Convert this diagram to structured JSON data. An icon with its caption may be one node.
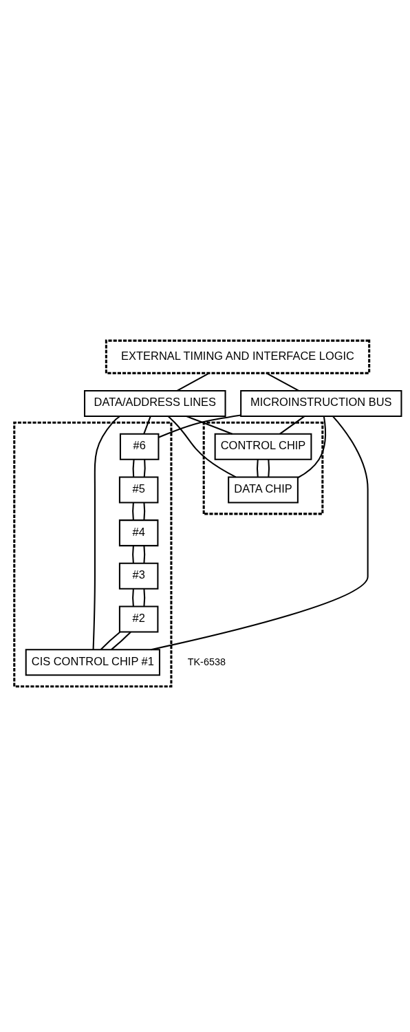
{
  "diagram": {
    "nodes": [
      {
        "text": [
          "EXTERNAL TIMING AND INTERFACE LOGIC"
        ]
      },
      {
        "text": [],
        "shape": "box"
      },
      {
        "text": [
          "DATA CHIP"
        ],
        "in": 1
      },
      {
        "text": [
          "CONTROL CHIP"
        ],
        "in": 1
      },
      {
        "text": [],
        "shape": "box"
      },
      {
        "text": [
          "CIS CONTROL CHIP #1"
        ],
        "in": 4
      },
      {
        "text": [
          "#2"
        ],
        "in": 4
      },
      {
        "text": [
          "#3"
        ],
        "in": 4
      },
      {
        "text": [
          "#4"
        ],
        "in": 4
      },
      {
        "text": [
          "#5"
        ],
        "in": 4
      },
      {
        "text": [
          "#6"
        ],
        "in": 4
      },
      {
        "text": [
          "MICROINSTRUCTION BUS"
        ]
      },
      {
        "text": [
          "DATA/ADDRESS LINES"
        ]
      }
    ],
    "edges": [
      {
        "from": 2,
        "to": 3,
        "arrow": "none"
      },
      {
        "from": 2,
        "to": 3,
        "arrow": "none"
      },
      {
        "from": 2,
        "to": 11,
        "arrow": "none"
      },
      {
        "from": 2,
        "to": 12,
        "arrow": "none"
      },
      {
        "from": 3,
        "to": 11,
        "arrow": "none"
      },
      {
        "from": 3,
        "to": 12,
        "arrow": "none"
      },
      {
        "from": 5,
        "to": 11,
        "arrow": "none"
      },
      {
        "from": 5,
        "to": 12,
        "arrow": "none"
      },
      {
        "from": 5,
        "to": 6,
        "arrow": "none"
      },
      {
        "from": 5,
        "to": 6,
        "arrow": "none"
      },
      {
        "from": 6,
        "to": 7,
        "arrow": "none"
      },
      {
        "from": 6,
        "to": 7,
        "arrow": "none"
      },
      {
        "from": 7,
        "to": 8,
        "arrow": "none"
      },
      {
        "from": 7,
        "to": 8,
        "arrow": "none"
      },
      {
        "from": 8,
        "to": 9,
        "arrow": "none"
      },
      {
        "from": 8,
        "to": 9,
        "arrow": "none"
      },
      {
        "from": 9,
        "to": 10,
        "arrow": "none"
      },
      {
        "from": 9,
        "to": 10,
        "arrow": "none"
      },
      {
        "from": 10,
        "to": 11,
        "arrow": "none"
      },
      {
        "from": 10,
        "to": 12,
        "arrow": "none"
      },
      {
        "from": 11,
        "to": 0,
        "arrow": "none"
      },
      {
        "from": 12,
        "to": 0,
        "arrow": "none"
      }
    ],
    "labels": [
      "TK-6538"
    ]
  }
}
